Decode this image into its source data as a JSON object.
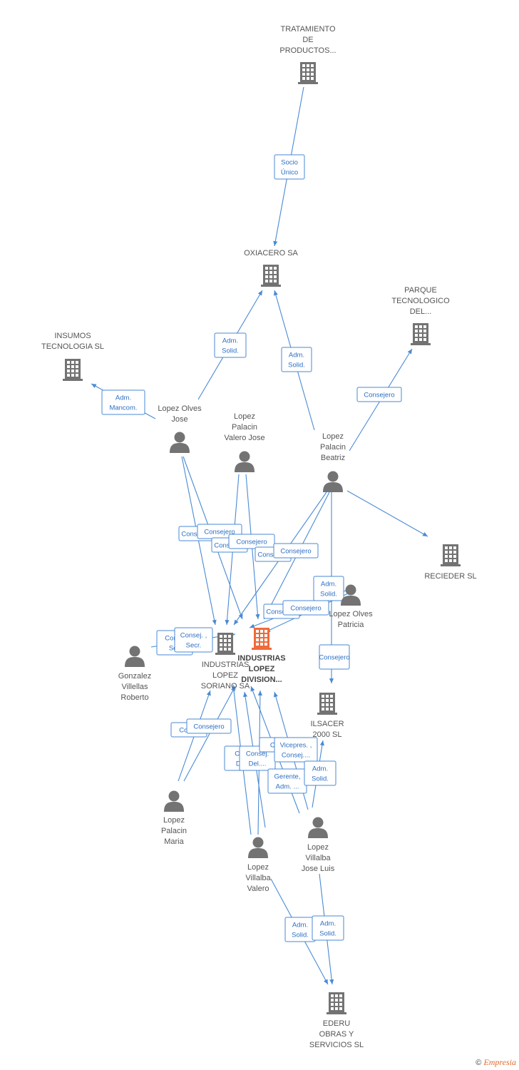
{
  "colors": {
    "edge": "#4a8ad4",
    "company_icon": "#737373",
    "person_icon": "#737373",
    "main_icon": "#f06a3a",
    "label": "#555555"
  },
  "nodes": [
    {
      "id": "tratamiento",
      "type": "company",
      "lines": [
        "TRATAMIENTO",
        "DE",
        "PRODUCTOS..."
      ]
    },
    {
      "id": "oxiacero",
      "type": "company",
      "lines": [
        "OXIACERO SA"
      ]
    },
    {
      "id": "parque",
      "type": "company",
      "lines": [
        "PARQUE",
        "TECNOLOGICO",
        "DEL..."
      ]
    },
    {
      "id": "insumos",
      "type": "company",
      "lines": [
        "INSUMOS",
        "TECNOLOGIA SL"
      ]
    },
    {
      "id": "lopez_olves_jose",
      "type": "person",
      "lines": [
        "Lopez Olves",
        "Jose"
      ]
    },
    {
      "id": "lopez_palacin_valero_jose",
      "type": "person",
      "lines": [
        "Lopez",
        "Palacin",
        "Valero Jose"
      ]
    },
    {
      "id": "lopez_palacin_beatriz",
      "type": "person",
      "lines": [
        "Lopez",
        "Palacin",
        "Beatriz"
      ]
    },
    {
      "id": "recieder",
      "type": "company",
      "lines": [
        "RECIEDER SL"
      ]
    },
    {
      "id": "lopez_olves_patricia",
      "type": "person",
      "lines": [
        "Lopez Olves",
        "Patricia"
      ]
    },
    {
      "id": "industrias_lopez_division",
      "type": "main",
      "lines": [
        "INDUSTRIAS",
        "LOPEZ",
        "DIVISION..."
      ]
    },
    {
      "id": "industrias_lopez_soriano",
      "type": "company",
      "lines": [
        "INDUSTRIAS",
        "LOPEZ",
        "SORIANO SA"
      ]
    },
    {
      "id": "gonzalez",
      "type": "person",
      "lines": [
        "Gonzalez",
        "Villellas",
        "Roberto"
      ]
    },
    {
      "id": "ilsacer",
      "type": "company",
      "lines": [
        "ILSACER",
        "2000 SL"
      ]
    },
    {
      "id": "lopez_palacin_maria",
      "type": "person",
      "lines": [
        "Lopez",
        "Palacin",
        "Maria"
      ]
    },
    {
      "id": "lopez_villalba_valero",
      "type": "person",
      "lines": [
        "Lopez",
        "Villalba",
        "Valero"
      ]
    },
    {
      "id": "lopez_villalba_jose_luis",
      "type": "person",
      "lines": [
        "Lopez",
        "Villalba",
        "Jose Luis"
      ]
    },
    {
      "id": "ederu",
      "type": "company",
      "lines": [
        "EDERU",
        "OBRAS Y",
        "SERVICIOS SL"
      ]
    }
  ],
  "relations": [
    {
      "id": "r1",
      "lines": [
        "Socio",
        "Único"
      ]
    },
    {
      "id": "r2",
      "lines": [
        "Adm.",
        "Solid."
      ]
    },
    {
      "id": "r3",
      "lines": [
        "Adm.",
        "Solid."
      ]
    },
    {
      "id": "r4",
      "lines": [
        "Consejero"
      ]
    },
    {
      "id": "r5",
      "lines": [
        "Adm.",
        "Mancom."
      ]
    },
    {
      "id": "r6",
      "lines": [
        "Consejero"
      ]
    },
    {
      "id": "r7",
      "lines": [
        "Consejero"
      ]
    },
    {
      "id": "r8",
      "lines": [
        "Consejero"
      ]
    },
    {
      "id": "r9",
      "lines": [
        "Consejero"
      ]
    },
    {
      "id": "r10",
      "lines": [
        "Consejero"
      ]
    },
    {
      "id": "r11",
      "lines": [
        "Consejero"
      ]
    },
    {
      "id": "r12",
      "lines": [
        "Consejero"
      ]
    },
    {
      "id": "r13",
      "lines": [
        "Adm.",
        "Solid."
      ]
    },
    {
      "id": "r14",
      "lines": [
        "Consejero"
      ]
    },
    {
      "id": "r15",
      "lines": [
        "Consejero"
      ]
    },
    {
      "id": "r16",
      "lines": [
        "Adm.",
        "Solid."
      ]
    },
    {
      "id": "r17",
      "lines": [
        "Conse",
        "Sec"
      ]
    },
    {
      "id": "r18",
      "lines": [
        "Consej. ,",
        "Secr."
      ]
    },
    {
      "id": "r19",
      "lines": [
        "Conse"
      ]
    },
    {
      "id": "r20",
      "lines": [
        "Consejero"
      ]
    },
    {
      "id": "r21",
      "lines": [
        "Con",
        "Del"
      ]
    },
    {
      "id": "r22",
      "lines": [
        "Consej.",
        "Del...."
      ]
    },
    {
      "id": "r23",
      "lines": [
        "Co"
      ]
    },
    {
      "id": "r24",
      "lines": [
        "Vicepres. ,",
        "Consej...."
      ]
    },
    {
      "id": "r25",
      "lines": [
        "Gerente,",
        "Adm. ..."
      ]
    },
    {
      "id": "r26",
      "lines": [
        "Adm.",
        "Solid."
      ]
    },
    {
      "id": "r27",
      "lines": [
        "Adm.",
        "Solid."
      ]
    },
    {
      "id": "r28",
      "lines": [
        "Adm.",
        "Solid."
      ]
    }
  ],
  "footer": {
    "copyright_symbol": "©",
    "brand": "Empresia"
  }
}
